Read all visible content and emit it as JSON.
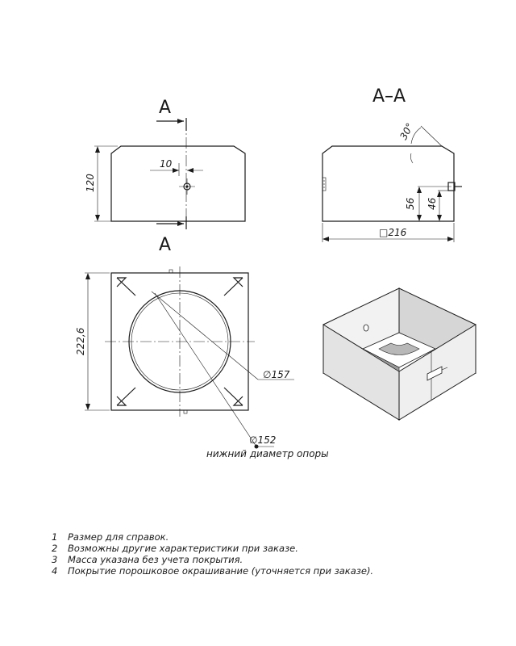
{
  "section": {
    "cut_label": "A",
    "view_title": "А–А"
  },
  "dimensions": {
    "height": "120",
    "hole_offset": "10",
    "width_square": "□216",
    "hole_height": "56",
    "slot_height": "46",
    "angle": "30°",
    "base_size": "222,6",
    "inner_diameter": "∅157",
    "lower_diameter": "∅152"
  },
  "callout": {
    "text": "нижний диаметр опоры"
  },
  "notes": [
    {
      "num": "1",
      "text": "Размер для справок."
    },
    {
      "num": "2",
      "text": "Возможны другие характеристики при заказе."
    },
    {
      "num": "3",
      "text": "Масса указана без учета покрытия."
    },
    {
      "num": "4",
      "text": "Покрытие порошковое окрашивание (уточняется при заказе)."
    }
  ]
}
